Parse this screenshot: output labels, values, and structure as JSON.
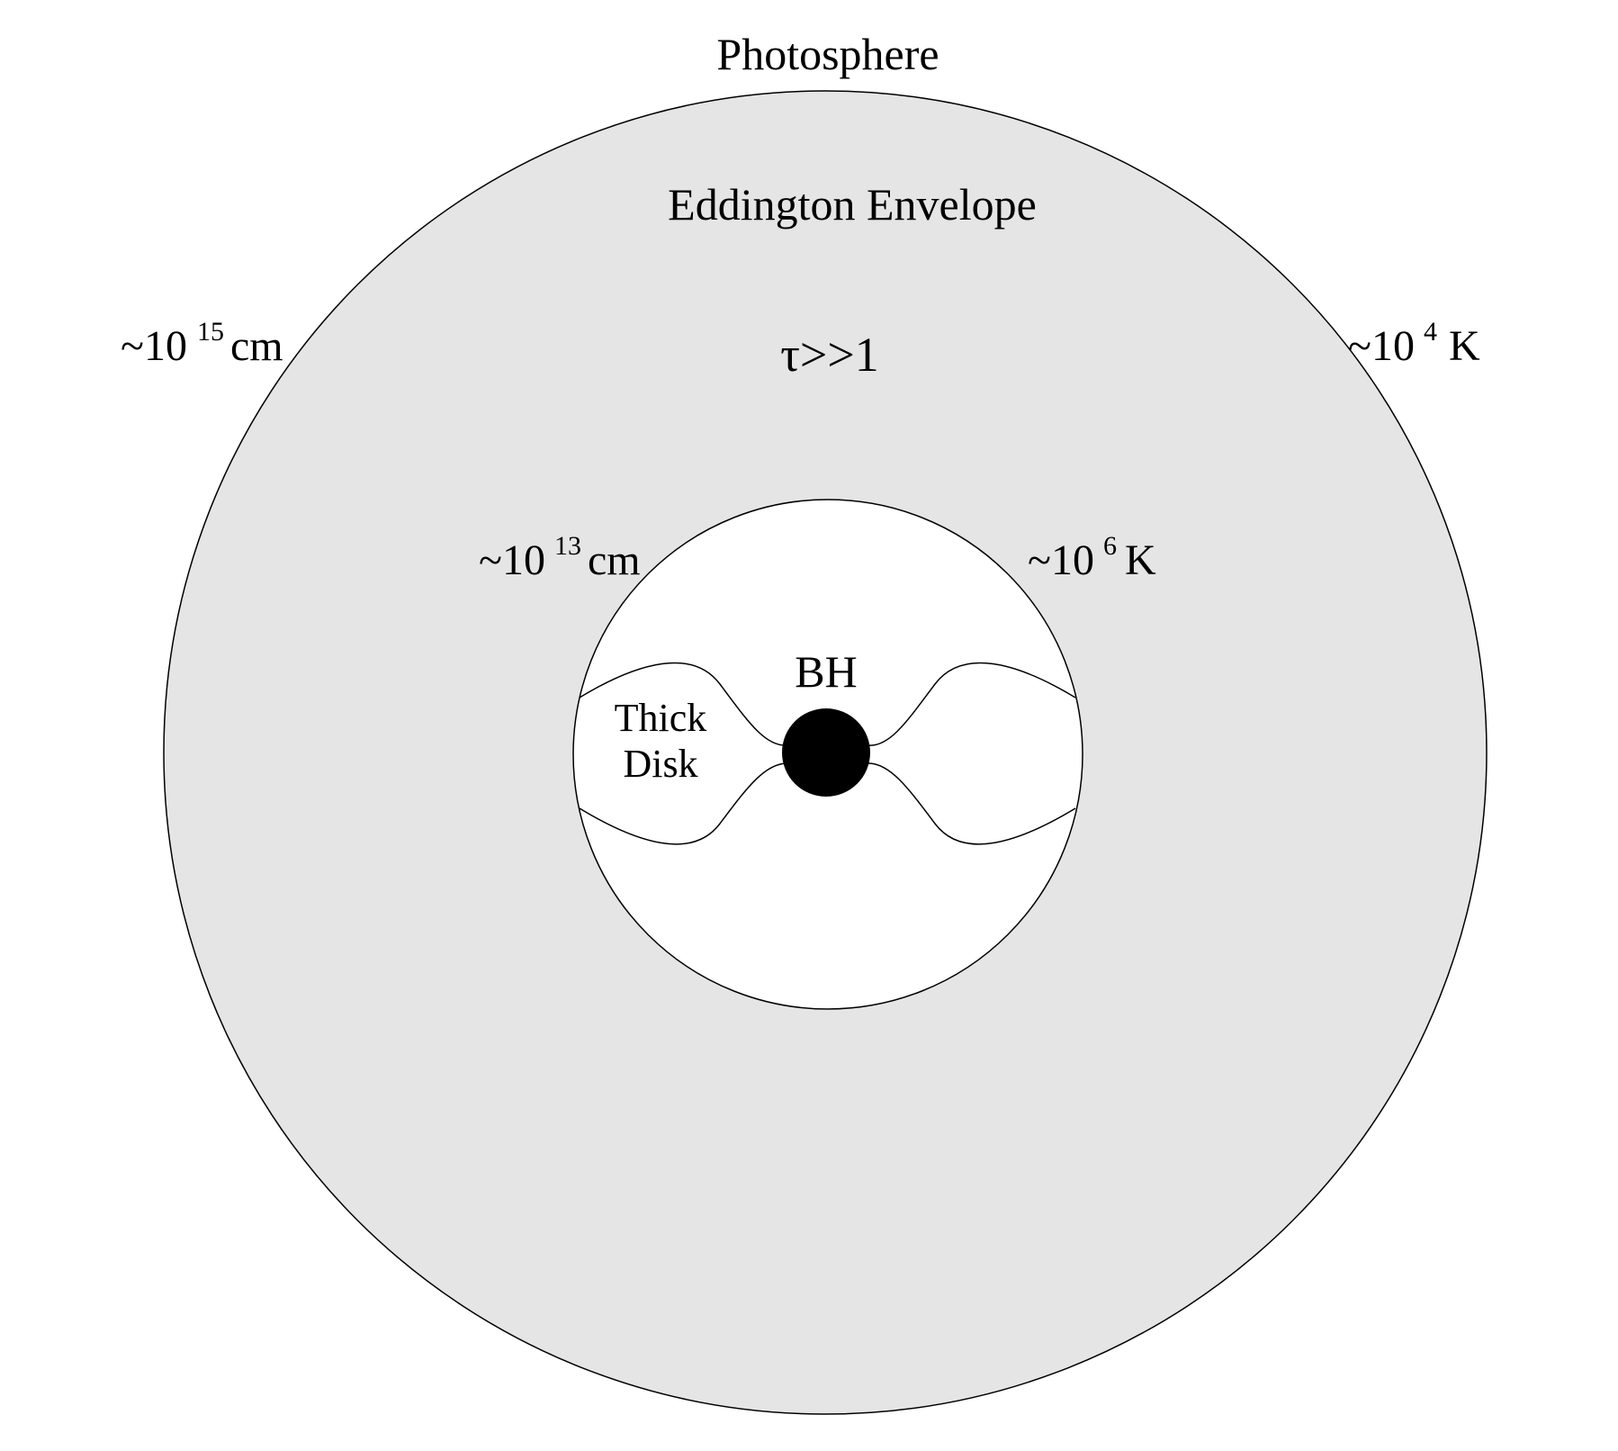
{
  "diagram": {
    "photosphere_label": "Photosphere",
    "envelope_label": "Eddington Envelope",
    "optical_depth_label": "τ>>1",
    "outer_radius": {
      "prefix": "~10",
      "exponent": "15",
      "unit": "cm"
    },
    "outer_temperature": {
      "prefix": "~10",
      "exponent": "4",
      "unit": "K"
    },
    "inner_radius": {
      "prefix": "~10",
      "exponent": "13",
      "unit": "cm"
    },
    "inner_temperature": {
      "prefix": "~10",
      "exponent": "6",
      "unit": "K"
    },
    "black_hole_label": "BH",
    "disk_label_line1": "Thick",
    "disk_label_line2": "Disk"
  },
  "colors": {
    "envelope_fill": "#e5e5e5",
    "inner_fill": "#ffffff",
    "black_hole_fill": "#000000",
    "stroke": "#000000"
  }
}
